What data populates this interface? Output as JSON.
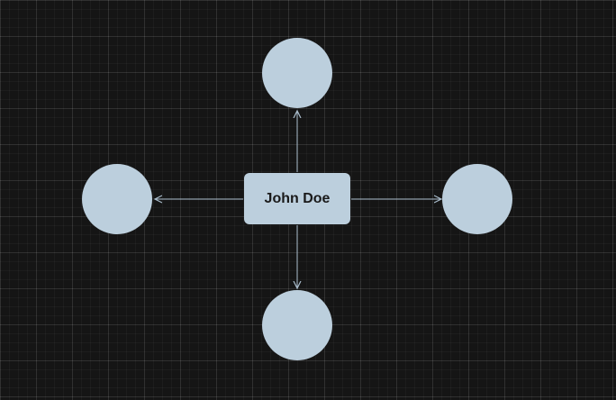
{
  "diagram": {
    "background_color": "#151515",
    "node_fill_color": "#bccfdd",
    "edge_color": "#a9bccb",
    "center_node": {
      "label": "John Doe",
      "shape": "rounded-rectangle"
    },
    "outer_nodes": [
      {
        "position": "top",
        "shape": "circle",
        "label": ""
      },
      {
        "position": "left",
        "shape": "circle",
        "label": ""
      },
      {
        "position": "right",
        "shape": "circle",
        "label": ""
      },
      {
        "position": "bottom",
        "shape": "circle",
        "label": ""
      }
    ],
    "edges": [
      {
        "from": "center",
        "to": "top",
        "arrow": "end"
      },
      {
        "from": "center",
        "to": "left",
        "arrow": "end"
      },
      {
        "from": "center",
        "to": "right",
        "arrow": "end"
      },
      {
        "from": "center",
        "to": "bottom",
        "arrow": "end"
      }
    ]
  }
}
